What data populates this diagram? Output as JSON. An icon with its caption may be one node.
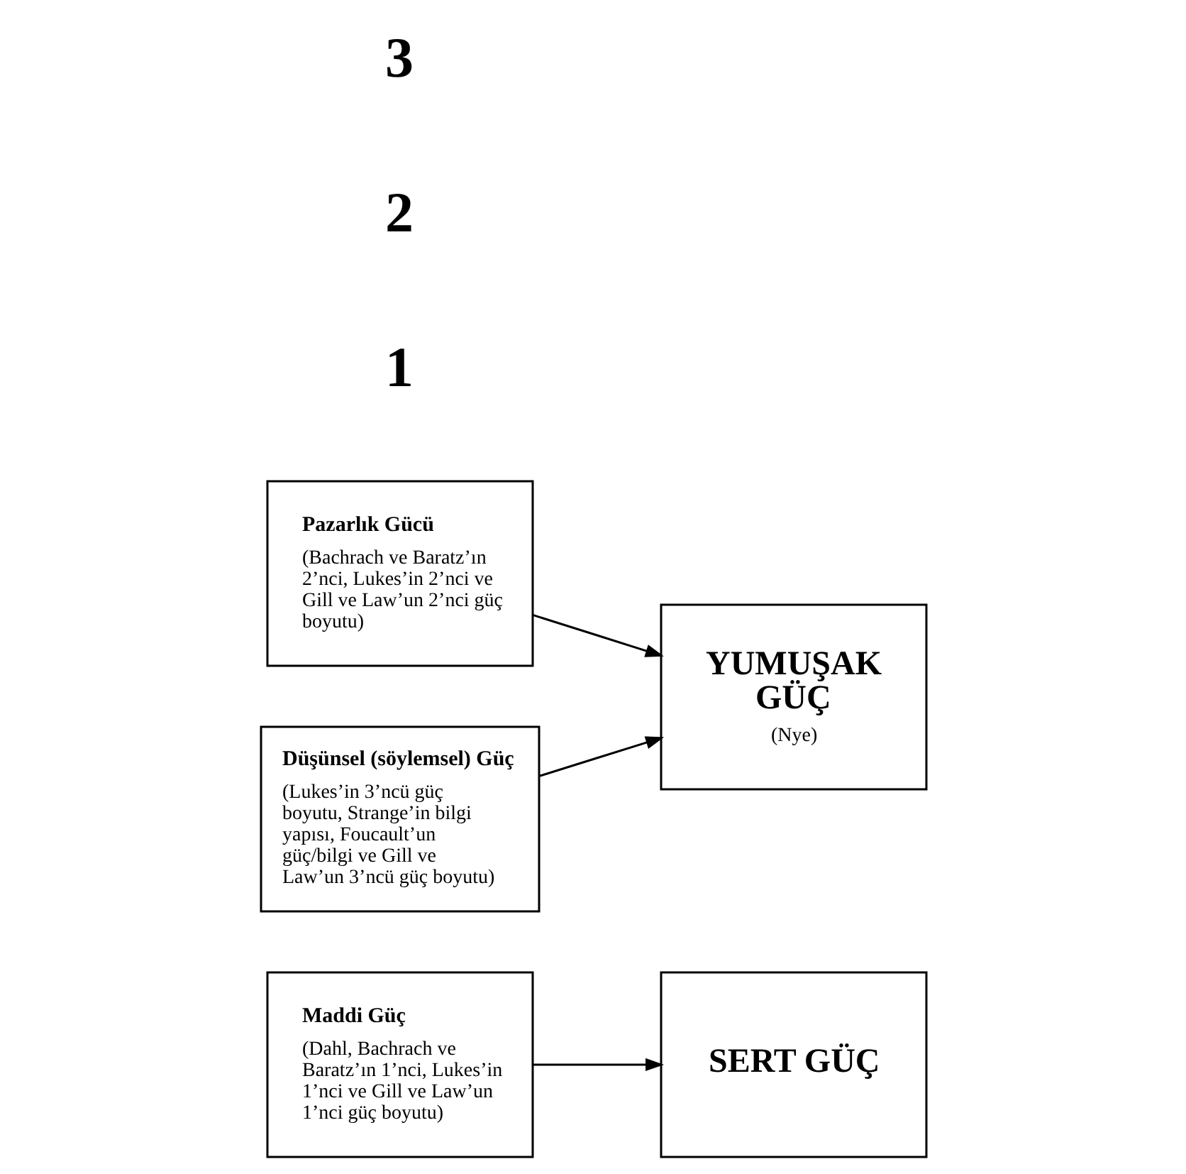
{
  "diagram": {
    "nodes": [
      {
        "text": [
          "Maddi Güç",
          "(Dahl, Bachrach ve Baratz’ın 1’nci, Lukes’in 1’nci ve Gill ve Law’un 1’nci güç boyutu)"
        ]
      },
      {
        "text": [
          "SERT GÜÇ"
        ]
      },
      {
        "text": [
          "Pazarlık Gücü",
          "(Bachrach ve Baratz’ın 2’nci, Lukes’in 2’nci ve Gill ve Law’un 2’nci güç boyutu)"
        ]
      },
      {
        "text": [
          "YUMUŞAK GÜÇ",
          "(Nye)"
        ]
      },
      {
        "text": [
          "Düşünsel (söylemsel) Güç",
          "(Lukes’in 3’ncü güç boyutu, Strange’in bilgi yapısı, Foucault’un güç/bilgi ve Gill ve Law’un 3’ncü güç boyutu)"
        ]
      }
    ],
    "edges": [
      {
        "from": 0,
        "to": 1,
        "arrow": "to"
      },
      {
        "from": 2,
        "to": 3,
        "arrow": "to"
      },
      {
        "from": 4,
        "to": 3,
        "arrow": "to"
      }
    ],
    "labels": [
      "1",
      "2",
      "3"
    ]
  }
}
